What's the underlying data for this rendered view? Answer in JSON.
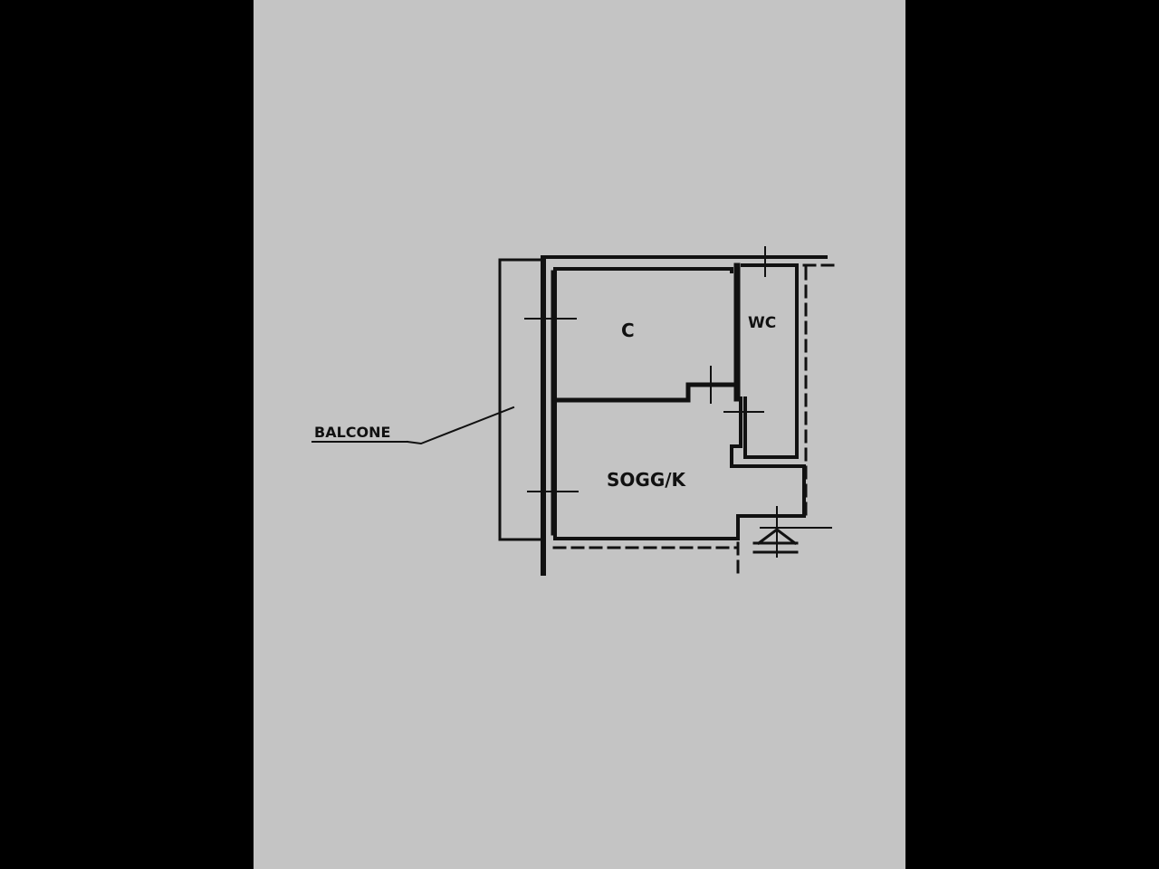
{
  "plan": {
    "rooms": {
      "bedroom": "C",
      "bathroom": "WC",
      "living_kitchen": "SOGG/K"
    },
    "balcony_label": "BALCONE"
  },
  "colors": {
    "paper": "#c4c4c4",
    "ink": "#111111",
    "surround": "#000000"
  }
}
